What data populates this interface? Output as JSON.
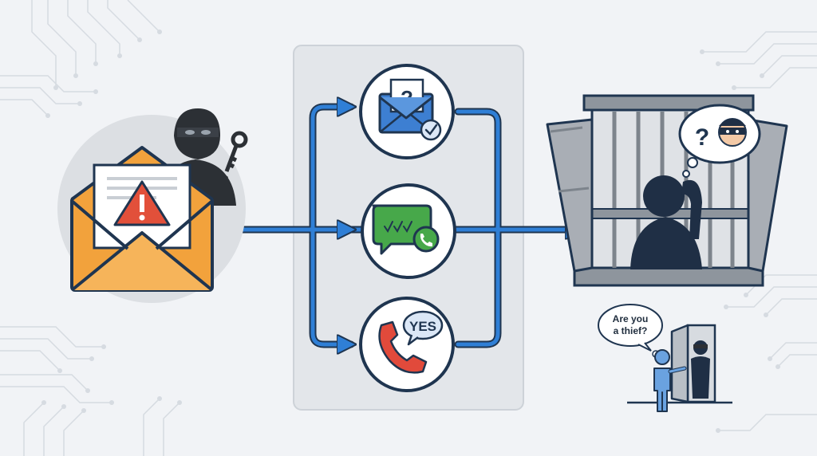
{
  "colors": {
    "background": "#f1f3f6",
    "panel": "#e3e6ea",
    "outline": "#1f3550",
    "arrow_blue": "#2f7fd6",
    "envelope_orange": "#f2a23c",
    "warning_red": "#e2503a",
    "chat_green": "#47a84a",
    "phone_red": "#e14a3b",
    "cell_gray": "#8e959d",
    "silhouette": "#1f2f45",
    "person_blue": "#6aa2e0"
  },
  "icons": {
    "source": [
      "envelope-icon",
      "warning-icon",
      "thief-icon",
      "key-icon"
    ],
    "channels": [
      "email-question-icon",
      "chat-call-icon",
      "phone-yes-icon"
    ],
    "destination": [
      "jail-cage-icon",
      "prisoner-silhouette-icon",
      "thought-bubble-icon"
    ],
    "scene": [
      "person-icon",
      "door-icon",
      "speech-bubble-icon"
    ]
  },
  "labels": {
    "email_question": "?",
    "phone_bubble": "YES",
    "thought_question": "?",
    "speech_line1": "Are you",
    "speech_line2": "a thief?"
  }
}
